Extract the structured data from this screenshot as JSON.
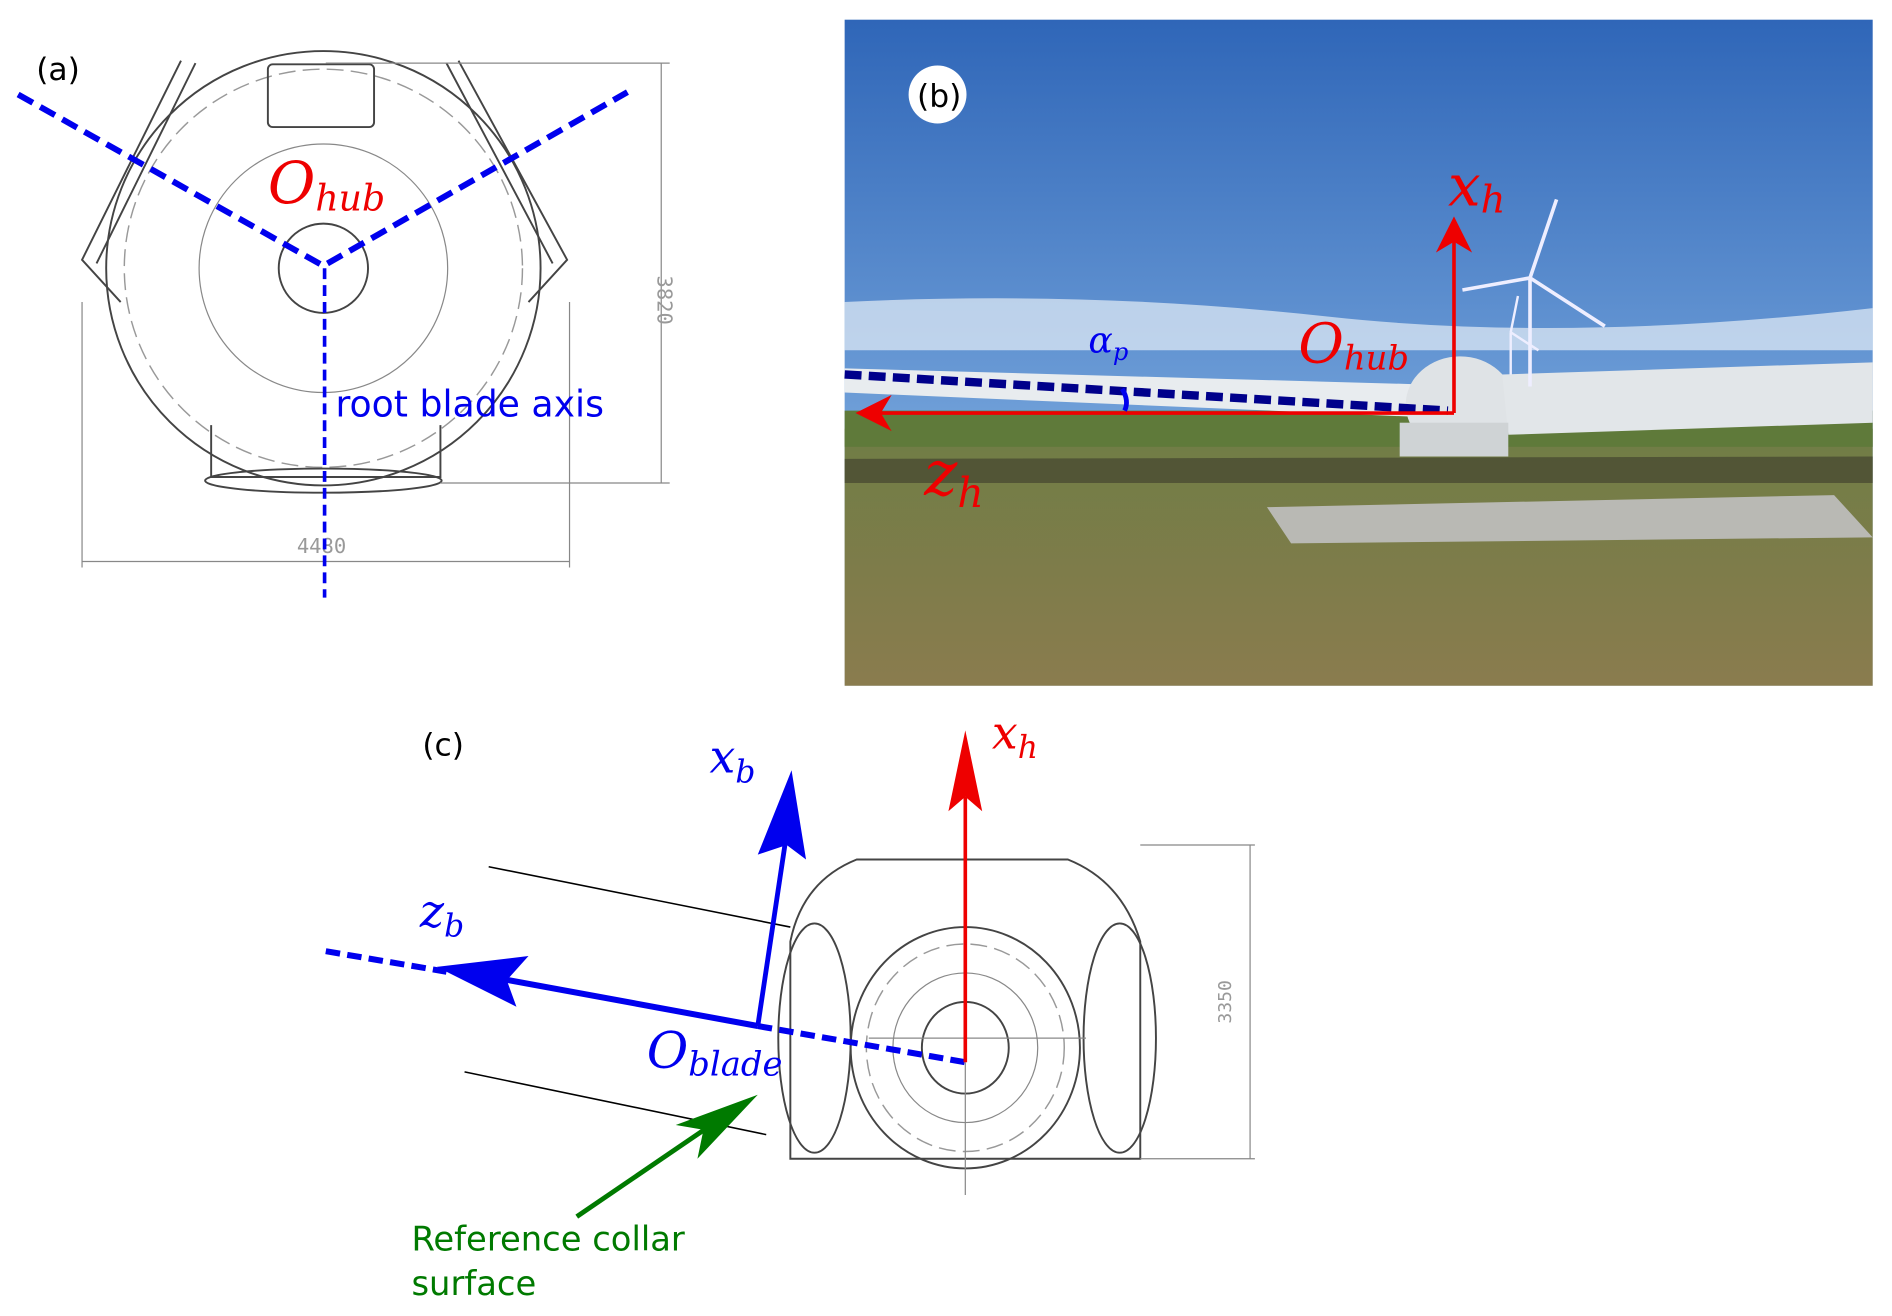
{
  "panel_a": {
    "label": "(a)",
    "origin_main": "O",
    "origin_sub": "hub",
    "axis_label": "root blade axis",
    "dim_height": "3820",
    "dim_width": "4480"
  },
  "panel_b": {
    "label": "(b)",
    "x_axis_main": "x",
    "x_axis_sub": "h",
    "z_axis_main": "z",
    "z_axis_sub": "h",
    "origin_main": "O",
    "origin_sub": "hub",
    "angle_main": "α",
    "angle_sub": "p"
  },
  "panel_c": {
    "label": "(c)",
    "xb_main": "x",
    "xb_sub": "b",
    "xh_main": "x",
    "xh_sub": "h",
    "zb_main": "z",
    "zb_sub": "b",
    "origin_main": "O",
    "origin_sub": "blade",
    "dim_height": "3350",
    "collar_line1": "Reference collar",
    "collar_line2": "surface"
  },
  "colors": {
    "blue": "#0000ee",
    "red": "#ee0000",
    "green": "#007a00"
  }
}
